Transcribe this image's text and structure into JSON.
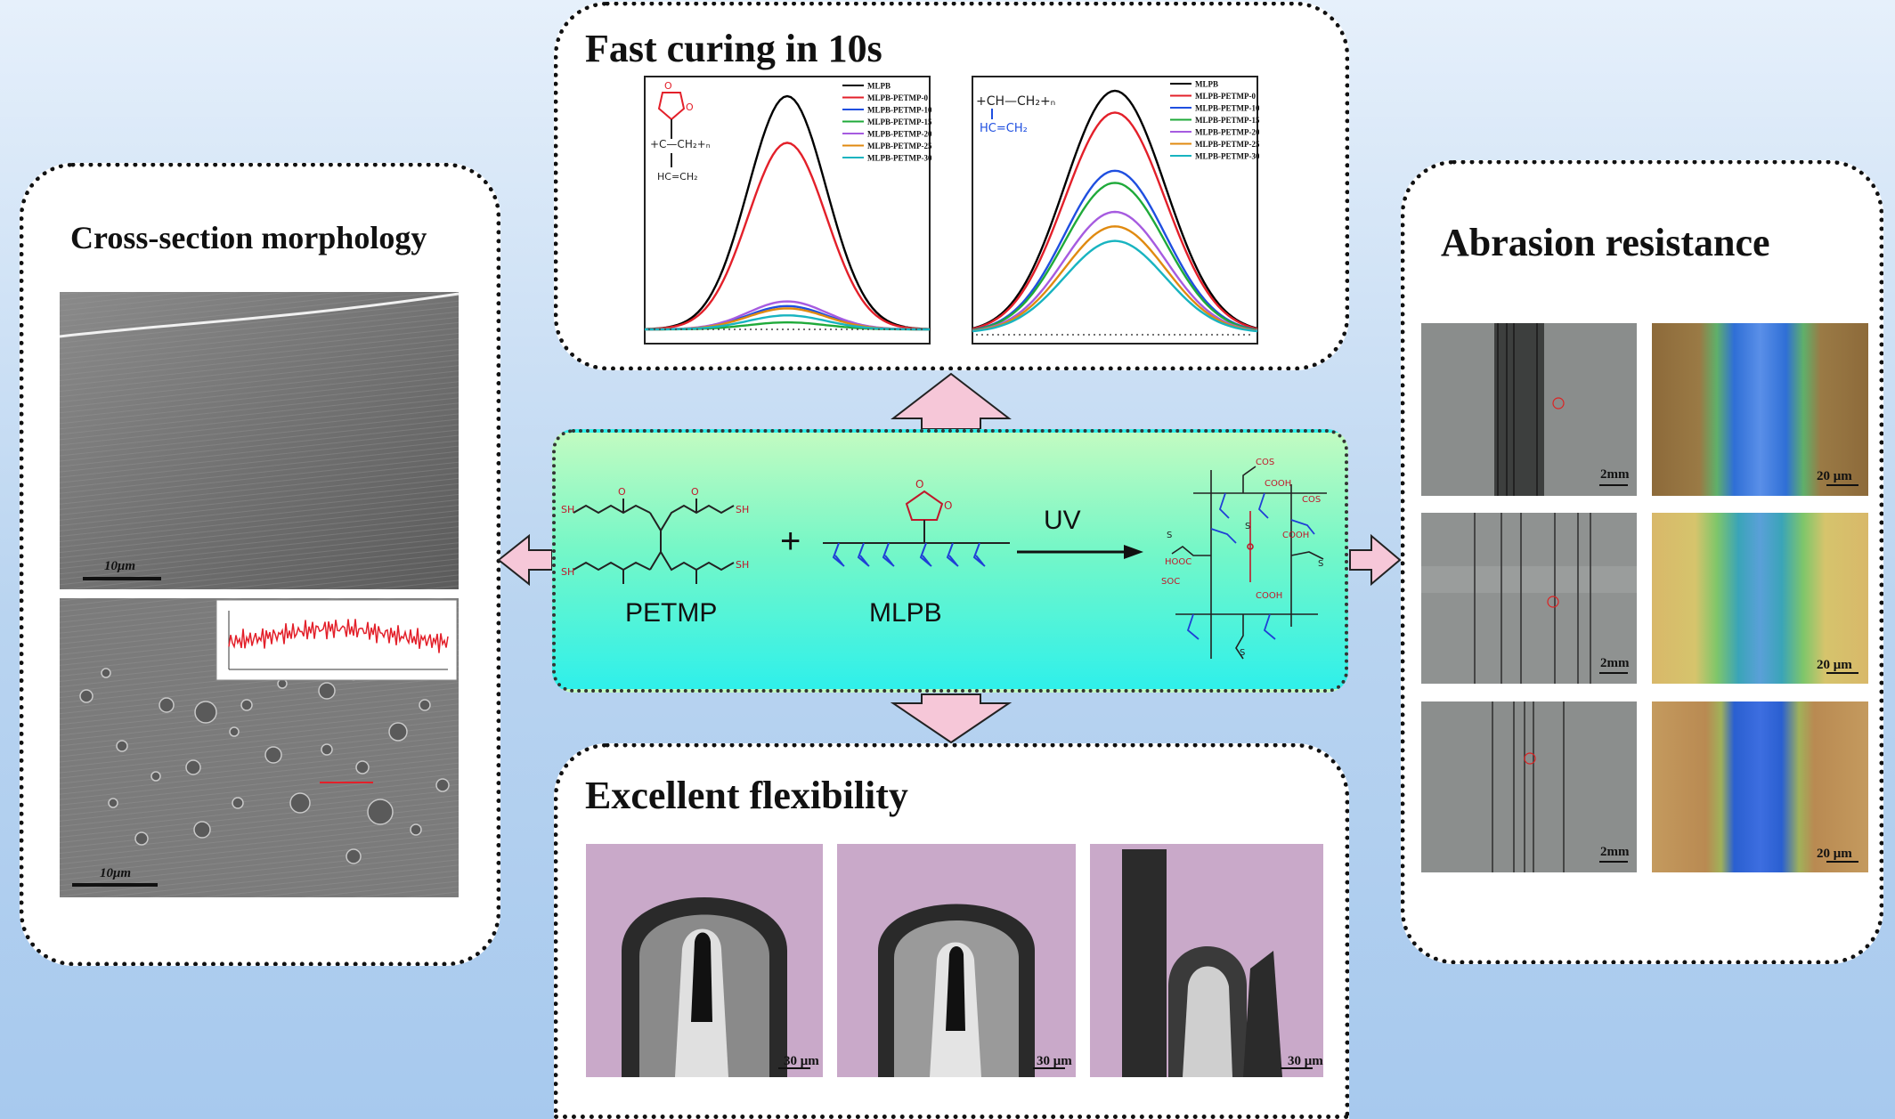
{
  "titles": {
    "top": "Fast curing in 10s",
    "left": "Cross-section morphology",
    "right": "Abrasion resistance",
    "bottom": "Excellent flexibility"
  },
  "center": {
    "petmp": "PETMP",
    "plus": "+",
    "mlpb": "MLPB",
    "uv": "UV"
  },
  "chart_data": [
    {
      "type": "line",
      "title": "",
      "xlabel": "",
      "ylabel": "",
      "series": [
        {
          "name": "MLPB",
          "color": "#000000",
          "peak": 1.0
        },
        {
          "name": "MLPB-PETMP-0",
          "color": "#e3202a",
          "peak": 0.8
        },
        {
          "name": "MLPB-PETMP-10",
          "color": "#1f4fe0",
          "peak": 0.1
        },
        {
          "name": "MLPB-PETMP-15",
          "color": "#1faa3a",
          "peak": 0.03
        },
        {
          "name": "MLPB-PETMP-20",
          "color": "#a65be0",
          "peak": 0.12
        },
        {
          "name": "MLPB-PETMP-25",
          "color": "#e08a10",
          "peak": 0.09
        },
        {
          "name": "MLPB-PETMP-30",
          "color": "#18b4c0",
          "peak": 0.06
        }
      ]
    },
    {
      "type": "line",
      "title": "",
      "xlabel": "",
      "ylabel": "",
      "series": [
        {
          "name": "MLPB",
          "color": "#000000",
          "peak": 1.0
        },
        {
          "name": "MLPB-PETMP-0",
          "color": "#e3202a",
          "peak": 0.91
        },
        {
          "name": "MLPB-PETMP-10",
          "color": "#1f4fe0",
          "peak": 0.67
        },
        {
          "name": "MLPB-PETMP-15",
          "color": "#1faa3a",
          "peak": 0.62
        },
        {
          "name": "MLPB-PETMP-20",
          "color": "#a65be0",
          "peak": 0.5
        },
        {
          "name": "MLPB-PETMP-25",
          "color": "#e08a10",
          "peak": 0.44
        },
        {
          "name": "MLPB-PETMP-30",
          "color": "#18b4c0",
          "peak": 0.38
        }
      ]
    }
  ],
  "scales": {
    "sem_top": "10μm",
    "sem_bottom": "10μm",
    "abr_left": [
      "2mm",
      "2mm",
      "2mm"
    ],
    "abr_right": [
      "20 μm",
      "20 μm",
      "20 μm"
    ],
    "flex": [
      "30 μm",
      "30 μm",
      "30 μm"
    ]
  },
  "chem": {
    "cos": "COS",
    "cooh": "COOH",
    "hooc": "HOOC",
    "soc": "SOC",
    "sh": "SH",
    "s": "S"
  }
}
